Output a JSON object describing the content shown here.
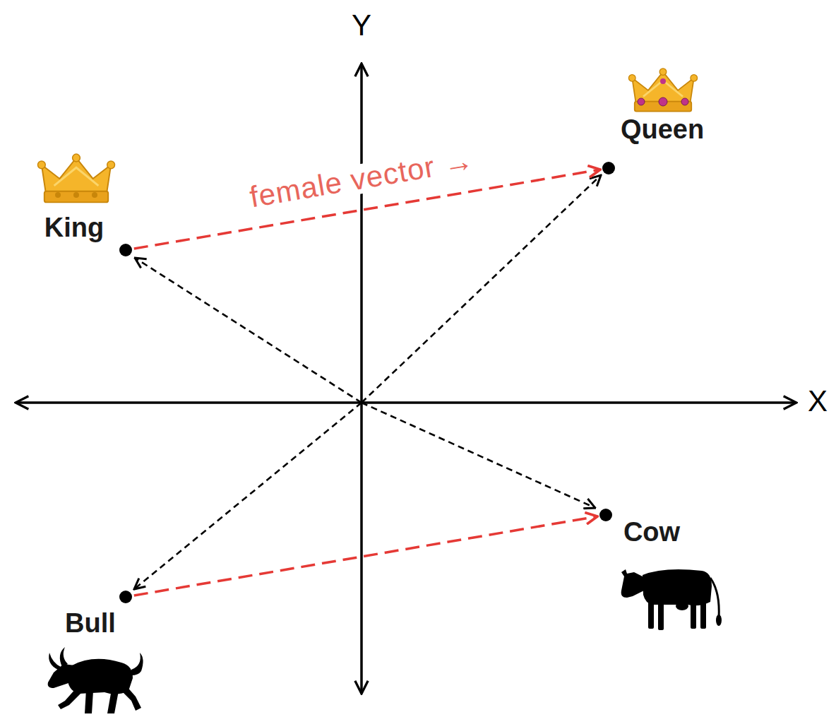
{
  "diagram": {
    "nodes": [
      {
        "text": [
          "Queen"
        ]
      },
      {
        "text": [
          "King"
        ]
      },
      {
        "text": [
          "Cow"
        ]
      },
      {
        "text": [
          "Bull"
        ]
      }
    ],
    "edges": [
      {
        "from": 1,
        "to": 0,
        "arrow": "to",
        "label": "female vector →"
      },
      {
        "from": 3,
        "to": 2,
        "arrow": "to"
      }
    ],
    "labels": [
      "Y",
      "X"
    ]
  }
}
